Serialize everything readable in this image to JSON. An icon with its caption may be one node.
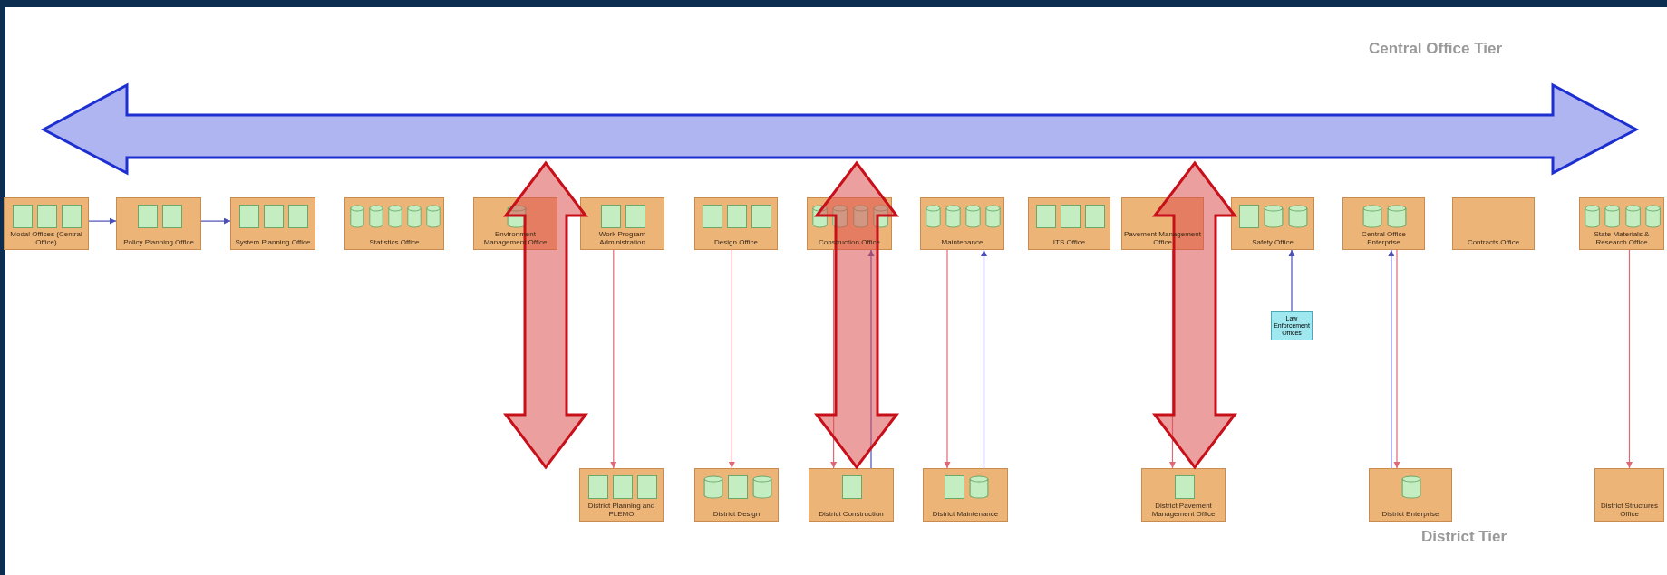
{
  "diagram": {
    "nodes": [
      {
        "text": [
          "Modal Offices (Central Office)"
        ]
      },
      {
        "text": [
          "Policy Planning Office"
        ]
      },
      {
        "text": [
          "System Planning Office"
        ]
      },
      {
        "text": [
          "Statistics Office"
        ]
      },
      {
        "text": [
          "Environment Management Office"
        ]
      },
      {
        "text": [
          "Work Program Administration"
        ]
      },
      {
        "text": [
          "Design Office"
        ]
      },
      {
        "text": [
          "Construction Office"
        ]
      },
      {
        "text": [
          "Maintenance"
        ]
      },
      {
        "text": [
          "ITS Office"
        ]
      },
      {
        "text": [
          "Pavement Management Office"
        ]
      },
      {
        "text": [
          "Safety Office"
        ]
      },
      {
        "text": [
          "Central Office Enterprise"
        ]
      },
      {
        "text": [
          "Contracts Office"
        ]
      },
      {
        "text": [
          "State Materials & Research Office"
        ]
      },
      {
        "text": [
          "District Planning and PLEMO"
        ]
      },
      {
        "text": [
          "District Design"
        ]
      },
      {
        "text": [
          "District Construction"
        ]
      },
      {
        "text": [
          "District Maintenance"
        ]
      },
      {
        "text": [
          "District Pavement Management Office"
        ]
      },
      {
        "text": [
          "District Enterprise"
        ]
      },
      {
        "text": [
          "District Structures Office"
        ]
      },
      {
        "text": [
          "Law Enforcement Offices"
        ]
      },
      {
        "text": [],
        "shape": "box",
        "in": 0
      },
      {
        "text": [],
        "shape": "box",
        "in": 0
      },
      {
        "text": [],
        "shape": "box",
        "in": 0
      },
      {
        "text": [],
        "shape": "box",
        "in": 1
      },
      {
        "text": [],
        "shape": "box",
        "in": 1
      },
      {
        "text": [],
        "shape": "box",
        "in": 2
      },
      {
        "text": [],
        "shape": "box",
        "in": 2
      },
      {
        "text": [],
        "shape": "box",
        "in": 2
      },
      {
        "text": [],
        "shape": "cylinder",
        "in": 3
      },
      {
        "text": [],
        "shape": "cylinder",
        "in": 3
      },
      {
        "text": [],
        "shape": "cylinder",
        "in": 3
      },
      {
        "text": [],
        "shape": "cylinder",
        "in": 3
      },
      {
        "text": [],
        "shape": "cylinder",
        "in": 3
      },
      {
        "text": [],
        "shape": "cylinder",
        "in": 4
      },
      {
        "text": [],
        "shape": "box",
        "in": 5
      },
      {
        "text": [],
        "shape": "box",
        "in": 5
      },
      {
        "text": [],
        "shape": "box",
        "in": 6
      },
      {
        "text": [],
        "shape": "box",
        "in": 6
      },
      {
        "text": [],
        "shape": "box",
        "in": 6
      },
      {
        "text": [],
        "shape": "cylinder",
        "in": 7
      },
      {
        "text": [],
        "shape": "cylinder",
        "in": 7
      },
      {
        "text": [],
        "shape": "cylinder",
        "in": 7
      },
      {
        "text": [],
        "shape": "cylinder",
        "in": 7
      },
      {
        "text": [],
        "shape": "cylinder",
        "in": 8
      },
      {
        "text": [],
        "shape": "cylinder",
        "in": 8
      },
      {
        "text": [],
        "shape": "cylinder",
        "in": 8
      },
      {
        "text": [],
        "shape": "cylinder",
        "in": 8
      },
      {
        "text": [],
        "shape": "box",
        "in": 9
      },
      {
        "text": [],
        "shape": "box",
        "in": 9
      },
      {
        "text": [],
        "shape": "box",
        "in": 9
      },
      {
        "text": [],
        "shape": "box",
        "in": 11
      },
      {
        "text": [],
        "shape": "cylinder",
        "in": 11
      },
      {
        "text": [],
        "shape": "cylinder",
        "in": 11
      },
      {
        "text": [],
        "shape": "cylinder",
        "in": 12
      },
      {
        "text": [],
        "shape": "cylinder",
        "in": 12
      },
      {
        "text": [],
        "shape": "cylinder",
        "in": 14
      },
      {
        "text": [],
        "shape": "cylinder",
        "in": 14
      },
      {
        "text": [],
        "shape": "cylinder",
        "in": 14
      },
      {
        "text": [],
        "shape": "cylinder",
        "in": 14
      },
      {
        "text": [],
        "shape": "box",
        "in": 15
      },
      {
        "text": [],
        "shape": "box",
        "in": 15
      },
      {
        "text": [],
        "shape": "box",
        "in": 15
      },
      {
        "text": [],
        "shape": "cylinder",
        "in": 16
      },
      {
        "text": [],
        "shape": "box",
        "in": 16
      },
      {
        "text": [],
        "shape": "cylinder",
        "in": 16
      },
      {
        "text": [],
        "shape": "box",
        "in": 17
      },
      {
        "text": [],
        "shape": "box",
        "in": 18
      },
      {
        "text": [],
        "shape": "cylinder",
        "in": 18
      },
      {
        "text": [],
        "shape": "box",
        "in": 19
      },
      {
        "text": [],
        "shape": "cylinder",
        "in": 20
      }
    ],
    "edges": [
      {
        "from": 0,
        "to": 1,
        "arrow": "to",
        "color": "#4b4fb8"
      },
      {
        "from": 5,
        "to": 15,
        "arrow": "to",
        "color": "#e06874"
      },
      {
        "from": 6,
        "to": 16,
        "arrow": "to",
        "color": "#e06874"
      },
      {
        "from": 7,
        "to": 17,
        "arrow": "to",
        "color": "#e06874"
      },
      {
        "from": 8,
        "to": 18,
        "arrow": "to",
        "color": "#e06874"
      },
      {
        "from": 10,
        "to": 19,
        "arrow": "to",
        "color": "#e06874"
      },
      {
        "from": 12,
        "to": 20,
        "arrow": "to",
        "color": "#e06874"
      },
      {
        "from": 14,
        "to": 21,
        "arrow": "to",
        "color": "#e06874"
      },
      {
        "from": 17,
        "to": 7,
        "arrow": "to",
        "color": "#4b4fb8"
      },
      {
        "from": 18,
        "to": 8,
        "arrow": "to",
        "color": "#4b4fb8"
      },
      {
        "from": 20,
        "to": 12,
        "arrow": "to",
        "color": "#4b4fb8"
      },
      {
        "from": 22,
        "to": 11,
        "arrow": "to",
        "color": "#4b4fb8"
      },
      {
        "from": 1,
        "to": 2,
        "arrow": "to",
        "color": "#4b4fb8"
      },
      {
        "from": 4,
        "to": 15,
        "arrow": "both",
        "style": "thick",
        "color": "#c8101a"
      },
      {
        "from": 7,
        "to": 17,
        "arrow": "both",
        "style": "thick",
        "color": "#c8101a"
      },
      {
        "from": 10,
        "to": 19,
        "arrow": "both",
        "style": "thick",
        "color": "#c8101a"
      }
    ],
    "labels": [
      "Central Office Tier",
      "District Tier"
    ]
  }
}
